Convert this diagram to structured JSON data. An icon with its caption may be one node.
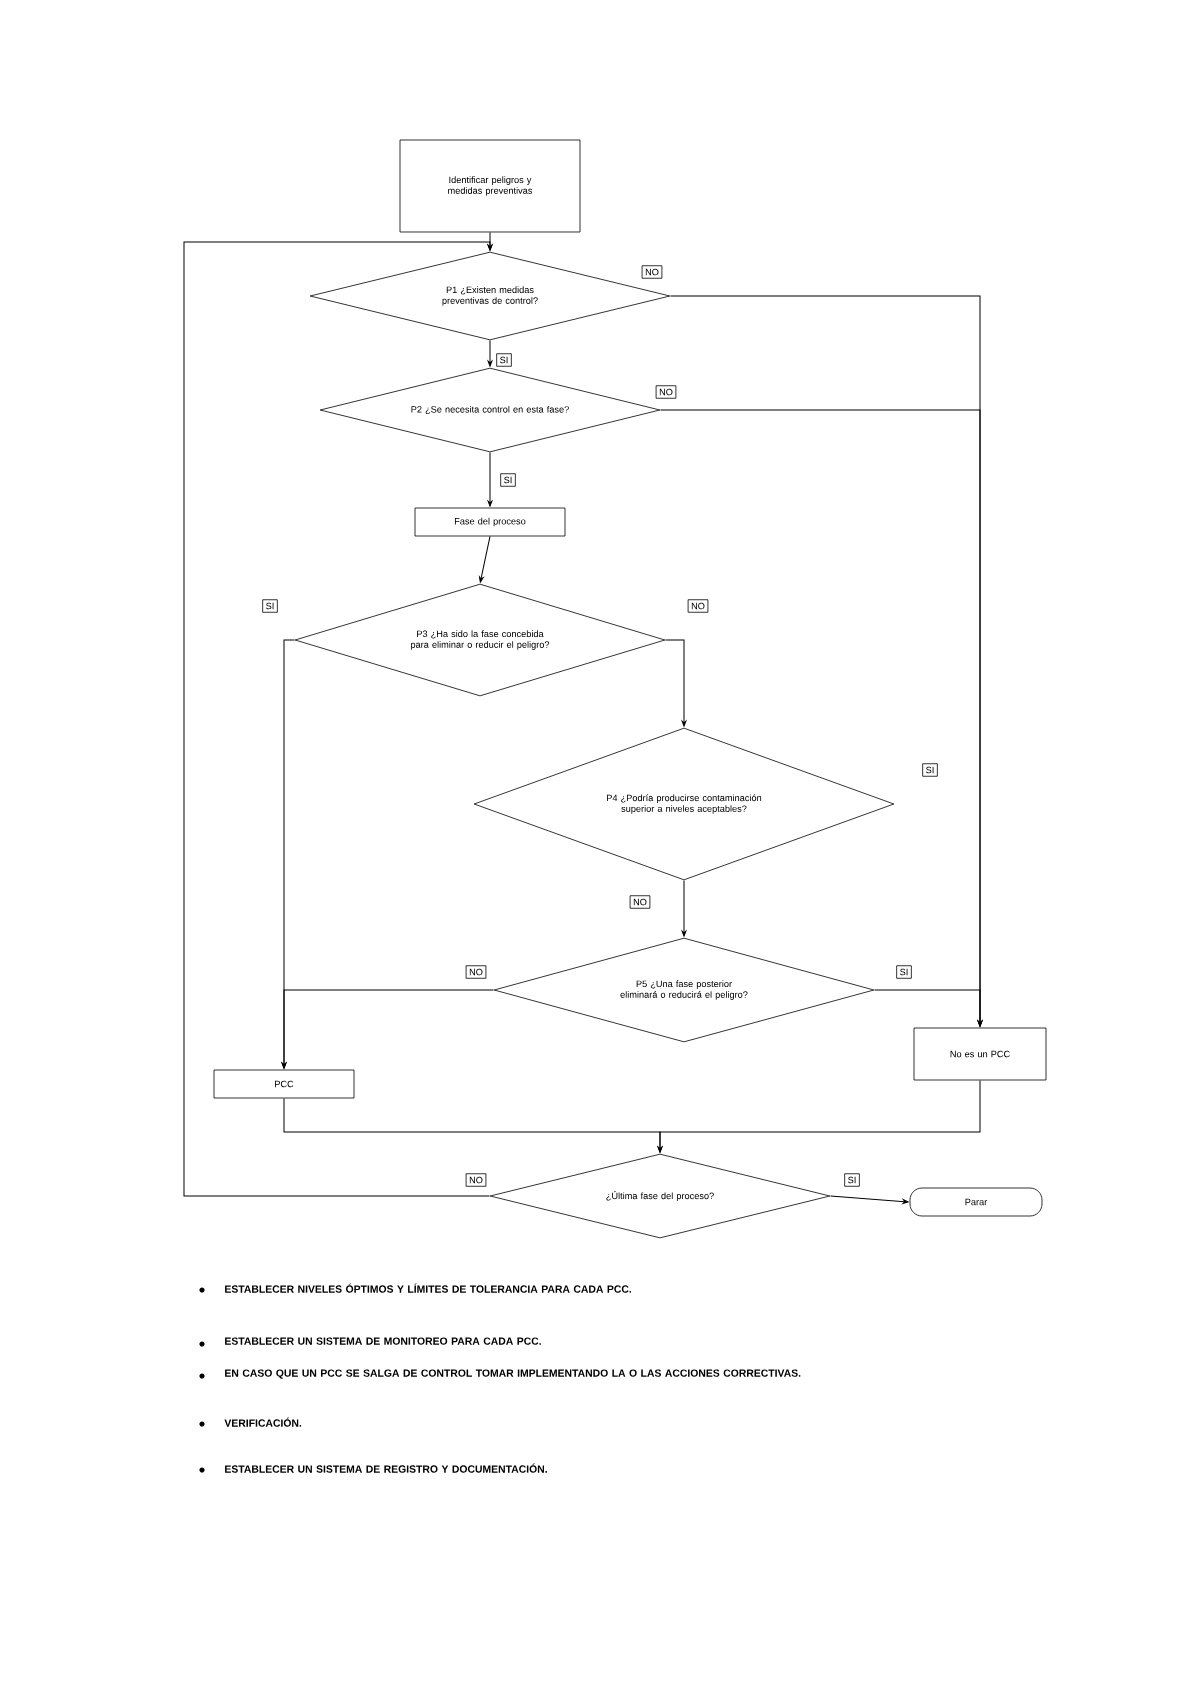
{
  "diagram": {
    "nodes": [
      {
        "text": [
          "Identificar peligros y medidas preventivas"
        ]
      },
      {
        "text": [
          "P1 ¿Existen medidas preventivas de control?"
        ]
      },
      {
        "text": [
          "P2 ¿Se necesita control en esta fase?"
        ]
      },
      {
        "text": [
          "Fase del proceso"
        ]
      },
      {
        "text": [
          "P3 ¿Ha sido la fase concebida para eliminar o reducir el peligro?"
        ]
      },
      {
        "text": [
          "P4 ¿Podría producirse contaminación superior a niveles aceptables?"
        ],
        "beside": [
          "SI"
        ]
      },
      {
        "text": [
          "P5 ¿Una fase posterior eliminará o reducirá el peligro?"
        ]
      },
      {
        "text": [
          "PCC"
        ]
      },
      {
        "text": [
          "No es un PCC"
        ]
      },
      {
        "text": [
          "¿Última fase del proceso?"
        ]
      },
      {
        "text": [
          "Parar"
        ]
      }
    ],
    "edges": [
      {
        "from": 0,
        "to": 1,
        "arrow": "to"
      },
      {
        "from": 1,
        "to": 2,
        "arrow": "to",
        "label": "SI"
      },
      {
        "from": 1,
        "to": 8,
        "arrow": "to",
        "label": "NO"
      },
      {
        "from": 2,
        "to": 8,
        "arrow": "to",
        "label": "NO"
      },
      {
        "from": 2,
        "to": 3,
        "arrow": "to",
        "label": "SI"
      },
      {
        "from": 3,
        "to": 4,
        "arrow": "to"
      },
      {
        "from": 4,
        "to": 7,
        "arrow": "to",
        "label": "SI"
      },
      {
        "from": 4,
        "to": 5,
        "arrow": "to",
        "label": "NO"
      },
      {
        "from": 5,
        "to": 6,
        "arrow": "to",
        "label": "NO"
      },
      {
        "from": 6,
        "to": 7,
        "arrow": "to",
        "label": "NO"
      },
      {
        "from": 6,
        "to": 8,
        "arrow": "to",
        "label": "SI"
      },
      {
        "from": 7,
        "to": 9,
        "arrow": "to"
      },
      {
        "from": 8,
        "to": 9,
        "arrow": "to"
      },
      {
        "from": 9,
        "to": 1,
        "arrow": "to",
        "label": "NO"
      },
      {
        "from": 9,
        "to": 10,
        "arrow": "to",
        "label": "SI"
      }
    ],
    "labels": [
      "ESTABLECER NIVELES ÓPTIMOS Y LÍMITES DE TOLERANCIA PARA CADA PCC.",
      "ESTABLECER UN SISTEMA DE MONITOREO PARA CADA PCC.",
      "EN CASO QUE UN PCC SE SALGA DE CONTROL TOMAR IMPLEMENTANDO LA O LAS ACCIONES CORRECTIVAS.",
      "VERIFICACIÓN.",
      "ESTABLECER UN SISTEMA DE REGISTRO Y DOCUMENTACIÓN."
    ]
  }
}
